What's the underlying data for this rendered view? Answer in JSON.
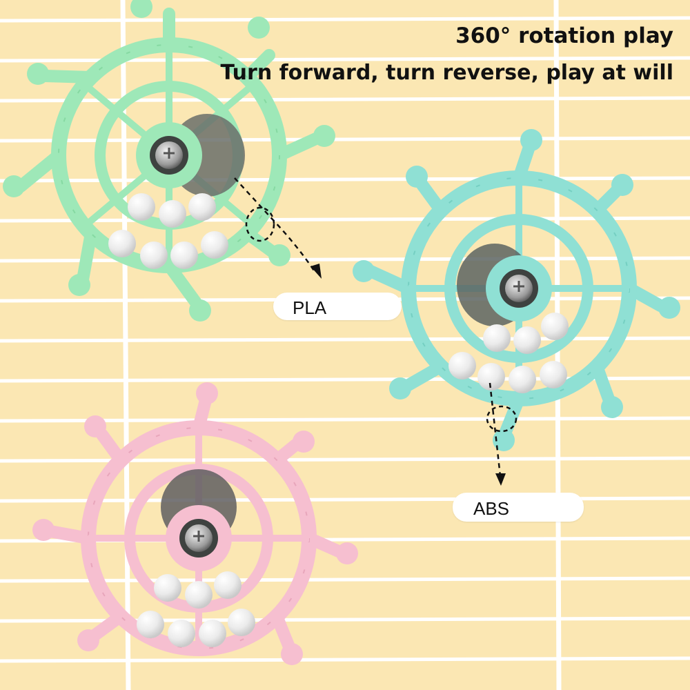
{
  "headline": {
    "line1": "360° rotation play",
    "line2": "Turn forward, turn reverse, play at will"
  },
  "labels": {
    "pla": "PLA",
    "abs": "ABS"
  },
  "colors": {
    "background": "#fbe7b3",
    "cage_bars": "#ffffff",
    "wheel_green": "#9ee8b8",
    "wheel_teal": "#8fe0d4",
    "wheel_pink": "#f6bfd0",
    "pearl": "#f4f4f4"
  },
  "icons": {
    "callout_arrow": "dashed-arrow-icon",
    "callout_circle": "dashed-circle-icon",
    "bearing": "screw-bearing-icon"
  }
}
